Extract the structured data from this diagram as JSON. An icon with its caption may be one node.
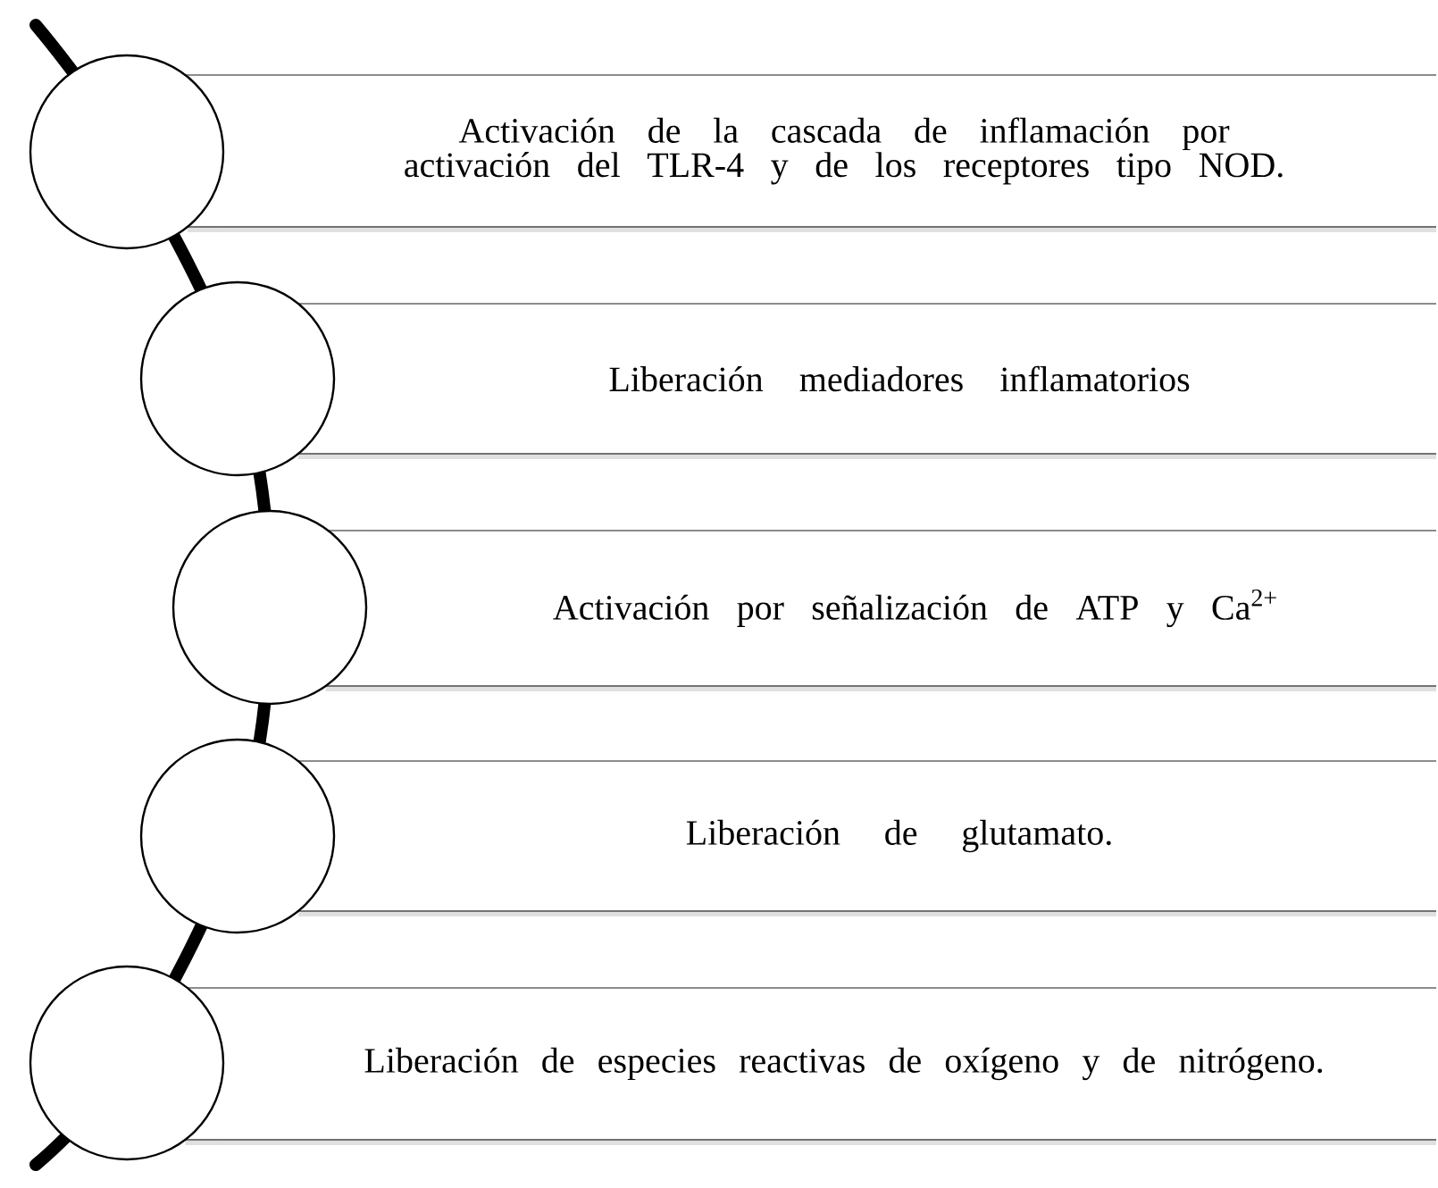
{
  "diagram": {
    "nodes": [
      {
        "text": [],
        "shape": "circle"
      },
      {
        "text": [
          "Activación de la cascada de inflamación por activación del TLR-4 y de los receptores tipo NOD."
        ]
      },
      {
        "text": [],
        "shape": "circle"
      },
      {
        "text": [
          "Liberación mediadores inflamatorios"
        ]
      },
      {
        "text": [],
        "shape": "circle"
      },
      {
        "text": [
          "Activación por señalización de ATP y Ca$^{2+}$"
        ]
      },
      {
        "text": [],
        "shape": "circle"
      },
      {
        "text": [
          "Liberación de glutamato."
        ]
      },
      {
        "text": [],
        "shape": "circle"
      },
      {
        "text": [
          "Liberación de especies reactivas de oxígeno y de nitrógeno."
        ]
      }
    ]
  }
}
